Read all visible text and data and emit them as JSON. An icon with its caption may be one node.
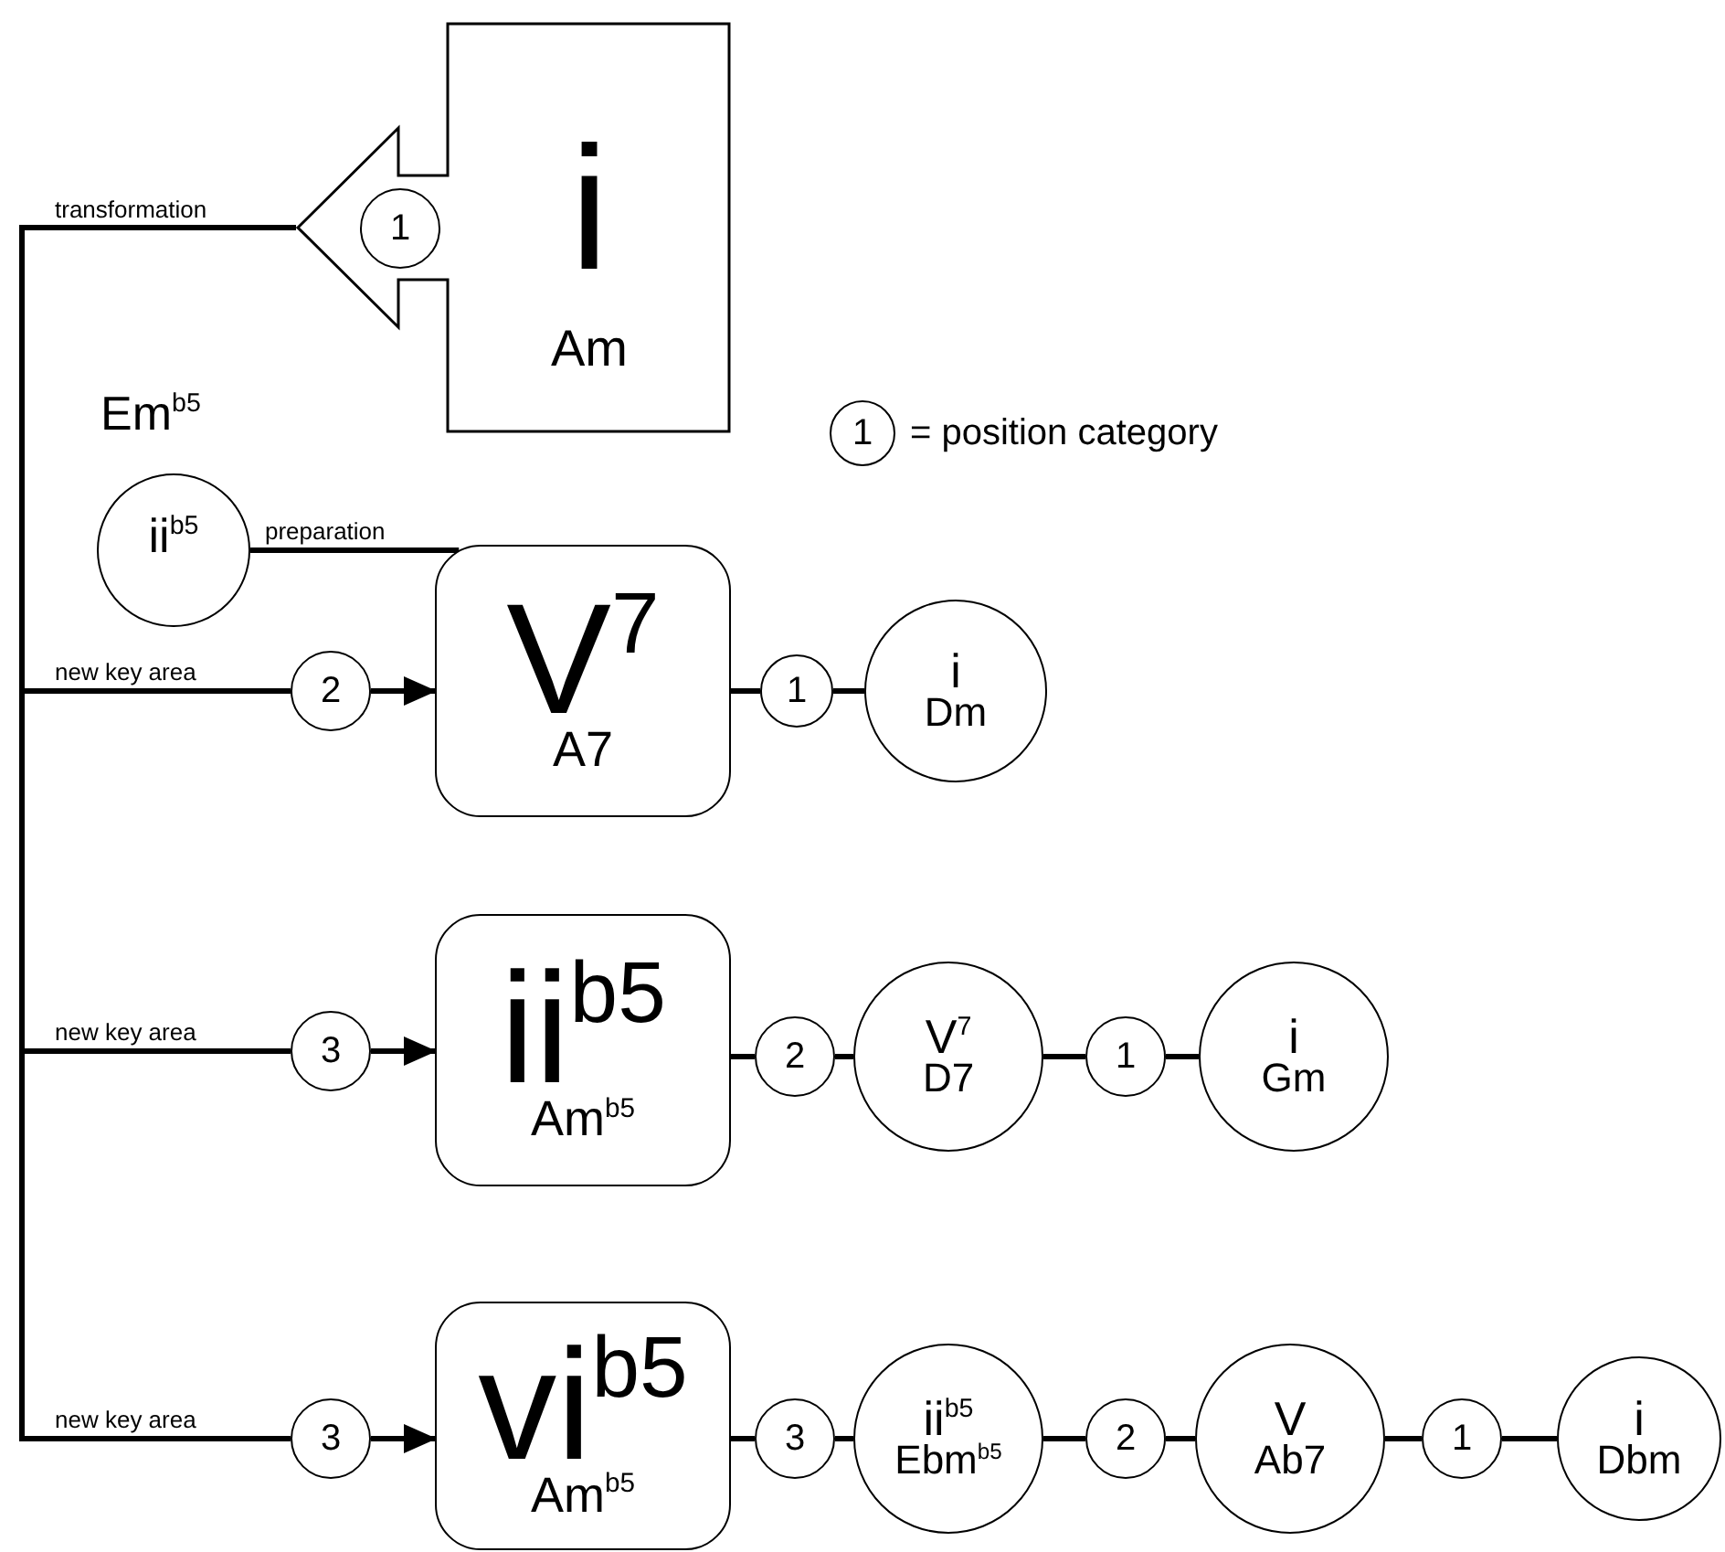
{
  "diagram": {
    "nodes": [
      {
        "text": [
          "i",
          "Am"
        ]
      },
      {
        "text": [
          "1"
        ],
        "in": 0
      },
      {
        "text": [
          "Em$^{b5}$",
          "ii$^{b5}$"
        ]
      },
      {
        "text": [
          "V$^{7}$",
          "A7"
        ]
      },
      {
        "text": [
          "2"
        ]
      },
      {
        "text": [
          "1"
        ]
      },
      {
        "text": [
          "i",
          "Dm"
        ]
      },
      {
        "text": [
          "ii$^{b5}$",
          "Am$^{b5}$"
        ]
      },
      {
        "text": [
          "3"
        ]
      },
      {
        "text": [
          "2"
        ]
      },
      {
        "text": [
          "V$^{7}$",
          "D7"
        ]
      },
      {
        "text": [
          "1"
        ]
      },
      {
        "text": [
          "i",
          "Gm"
        ]
      },
      {
        "text": [
          "vi$^{b5}$",
          "Am$^{b5}$"
        ]
      },
      {
        "text": [
          "3"
        ]
      },
      {
        "text": [
          "3"
        ]
      },
      {
        "text": [
          "ii$^{b5}$",
          "Ebm$^{b5}$"
        ]
      },
      {
        "text": [
          "2"
        ]
      },
      {
        "text": [
          "V",
          "Ab7"
        ]
      },
      {
        "text": [
          "1"
        ]
      },
      {
        "text": [
          "i",
          "Dbm"
        ]
      },
      {
        "text": [
          "1"
        ],
        "beside": [
          "= position category"
        ]
      }
    ],
    "edges": [
      {
        "from": null,
        "to": 0,
        "arrow": "none",
        "label": "transformation"
      },
      {
        "from": 2,
        "to": 3,
        "arrow": "none",
        "label": "preparation"
      },
      {
        "from": null,
        "to": 4,
        "arrow": "none",
        "label": "new key area"
      },
      {
        "from": 4,
        "to": 3,
        "arrow": "to"
      },
      {
        "from": 3,
        "to": 5,
        "arrow": "none"
      },
      {
        "from": 5,
        "to": 6,
        "arrow": "none"
      },
      {
        "from": null,
        "to": 8,
        "arrow": "none",
        "label": "new key area"
      },
      {
        "from": 8,
        "to": 7,
        "arrow": "to"
      },
      {
        "from": 7,
        "to": 9,
        "arrow": "none"
      },
      {
        "from": 9,
        "to": 10,
        "arrow": "none"
      },
      {
        "from": 10,
        "to": 11,
        "arrow": "none"
      },
      {
        "from": 11,
        "to": 12,
        "arrow": "none"
      },
      {
        "from": null,
        "to": 14,
        "arrow": "none",
        "label": "new key area"
      },
      {
        "from": 14,
        "to": 13,
        "arrow": "to"
      },
      {
        "from": 13,
        "to": 15,
        "arrow": "none"
      },
      {
        "from": 15,
        "to": 16,
        "arrow": "none"
      },
      {
        "from": 16,
        "to": 17,
        "arrow": "none"
      },
      {
        "from": 17,
        "to": 18,
        "arrow": "none"
      },
      {
        "from": 18,
        "to": 19,
        "arrow": "none"
      },
      {
        "from": 19,
        "to": 20,
        "arrow": "none"
      }
    ]
  }
}
